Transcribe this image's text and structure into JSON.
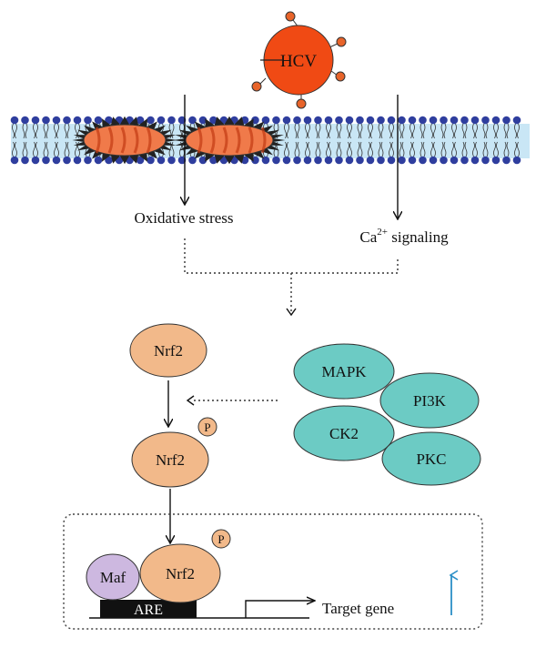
{
  "virus": {
    "label": "HCV"
  },
  "signals": {
    "oxidative": "Oxidative stress",
    "calcium_base": "Ca",
    "calcium_sup": "2+",
    "calcium_rest": " signaling"
  },
  "proteins": {
    "nrf2_top": "Nrf2",
    "nrf2_mid": "Nrf2",
    "nrf2_bound": "Nrf2",
    "maf": "Maf",
    "phospho": "P"
  },
  "kinases": {
    "mapk": "MAPK",
    "pi3k": "PI3K",
    "ck2": "CK2",
    "pkc": "PKC"
  },
  "dna": {
    "are": "ARE",
    "target_gene": "Target gene"
  },
  "colors": {
    "virus_fill": "#f04a14",
    "virus_knob": "#e8642a",
    "membrane_head": "#2f3e9e",
    "membrane_band": "#c9e6f5",
    "nrf2_fill": "#f2b98a",
    "maf_fill": "#cdb8e0",
    "kinase_fill": "#6ccbc4",
    "are_fill": "#111111",
    "upregulation_arrow": "#2a8fc7"
  }
}
